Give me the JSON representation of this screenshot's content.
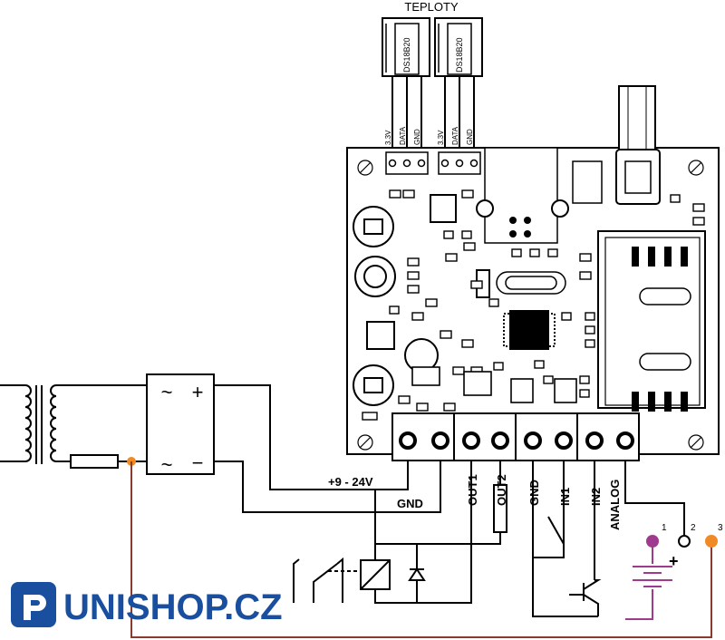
{
  "title": "TEPLOTY",
  "sensors": [
    {
      "model": "DS18B20",
      "pins": [
        "3.3V",
        "DATA",
        "GND"
      ]
    },
    {
      "model": "DS18B20",
      "pins": [
        "3.3V",
        "DATA",
        "GND"
      ]
    }
  ],
  "terminals": {
    "power": "+9 - 24V",
    "gnd": "GND",
    "out1": "OUT1",
    "out2": "OUT2",
    "gnd2": "GND",
    "in1": "IN1",
    "in2": "IN2",
    "analog": "ANALOG"
  },
  "rectifier": {
    "ac1": "~",
    "ac2": "~",
    "plus": "+",
    "minus": "−"
  },
  "analog_points": [
    "1",
    "2",
    "3"
  ],
  "battery_plus": "+",
  "logo": {
    "text": "UNISHOP.CZ"
  },
  "colors": {
    "brown_wire": "#8b3a2e",
    "orange_dot": "#f08a24",
    "magenta": "#a03a8f",
    "logo_blue": "#1a4fa0"
  }
}
